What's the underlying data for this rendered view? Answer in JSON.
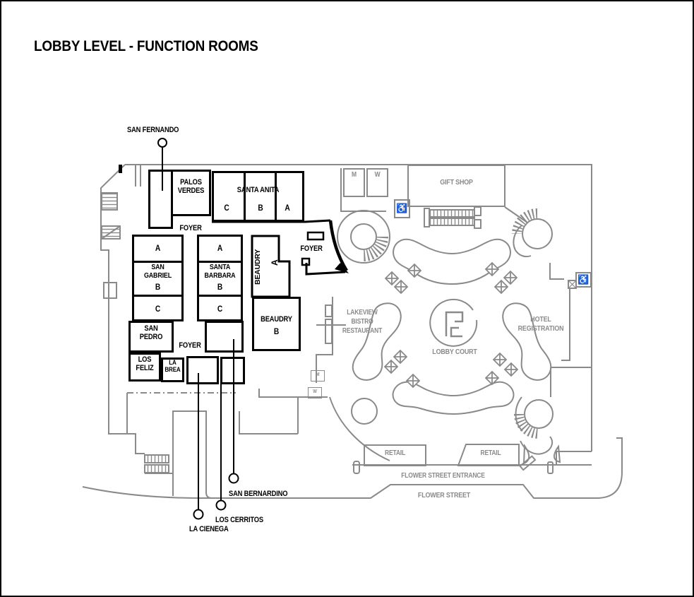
{
  "title": "LOBBY LEVEL - FUNCTION ROOMS",
  "callouts": {
    "san_fernando": "SAN FERNANDO",
    "san_bernardino": "SAN BERNARDINO",
    "los_cerritos": "LOS CERRITOS",
    "la_cienega": "LA CIENEGA"
  },
  "rooms": {
    "palos_verdes_1": "PALOS",
    "palos_verdes_2": "VERDES",
    "santa_anita": "SANTA ANITA",
    "santa_anita_c": "C",
    "santa_anita_b": "B",
    "santa_anita_a": "A",
    "foyer_upper": "FOYER",
    "san_gabriel_a": "A",
    "san_gabriel_1": "SAN",
    "san_gabriel_2": "GABRIEL",
    "san_gabriel_b": "B",
    "san_gabriel_c": "C",
    "santa_barbara_a": "A",
    "santa_barbara_1": "SANTA",
    "santa_barbara_2": "BARBARA",
    "santa_barbara_b": "B",
    "santa_barbara_c": "C",
    "beaudry_a_name": "BEAUDRY",
    "beaudry_a": "A",
    "foyer_beaudry": "FOYER",
    "beaudry_b_name": "BEAUDRY",
    "beaudry_b": "B",
    "san_pedro_1": "SAN",
    "san_pedro_2": "PEDRO",
    "foyer_lower": "FOYER",
    "los_feliz_1": "LOS",
    "los_feliz_2": "FELIZ",
    "la_brea_1": "LA",
    "la_brea_2": "BREA"
  },
  "areas": {
    "gift_shop": "GIFT SHOP",
    "restroom_m": "M",
    "restroom_w": "W",
    "restroom_m_small": "M",
    "restroom_w_small": "W",
    "lakeview_1": "LAKEVIEW",
    "lakeview_2": "BISTRO",
    "lakeview_3": "RESTAURANT",
    "lobby_court": "LOBBY COURT",
    "hotel_registration_1": "HOTEL",
    "hotel_registration_2": "REGISTRATION",
    "retail_left": "RETAIL",
    "retail_right": "RETAIL",
    "flower_street_entrance": "FLOWER STREET ENTRANCE",
    "flower_street": "FLOWER STREET"
  },
  "icons": {
    "accessible": "♿"
  },
  "colors": {
    "architecture_gray": "#8a8a8a",
    "function_room_black": "#000000",
    "background": "#ffffff"
  }
}
